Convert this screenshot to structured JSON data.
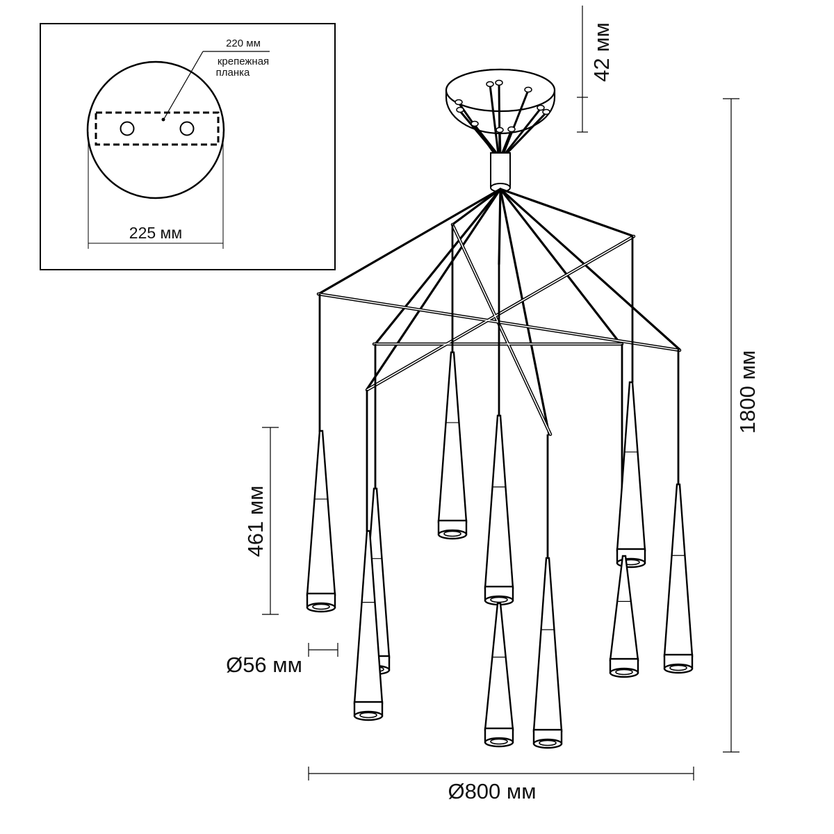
{
  "inset": {
    "bar_width": "220 мм",
    "bar_label_line1": "крепежная",
    "bar_label_line2": "планка",
    "canopy_diameter": "225 мм"
  },
  "dimensions": {
    "canopy_height": "42 мм",
    "total_height": "1800 мм",
    "shade_length": "461 мм",
    "shade_diameter": "Ø56 мм",
    "overall_diameter": "Ø800 мм"
  }
}
